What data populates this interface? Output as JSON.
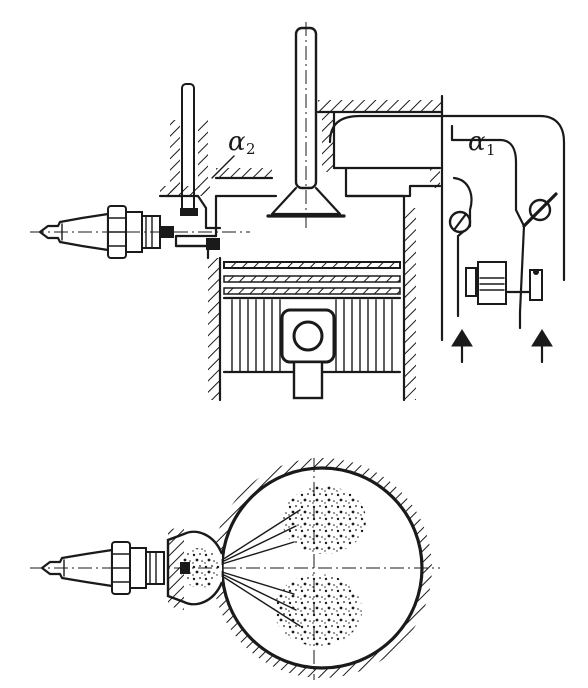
{
  "figure": {
    "labels": {
      "alpha_1": {
        "symbol": "α",
        "subscript": "1"
      },
      "alpha_2": {
        "symbol": "α",
        "subscript": "2"
      }
    },
    "ink_color": "#1a1a1a",
    "background": "#ffffff"
  }
}
